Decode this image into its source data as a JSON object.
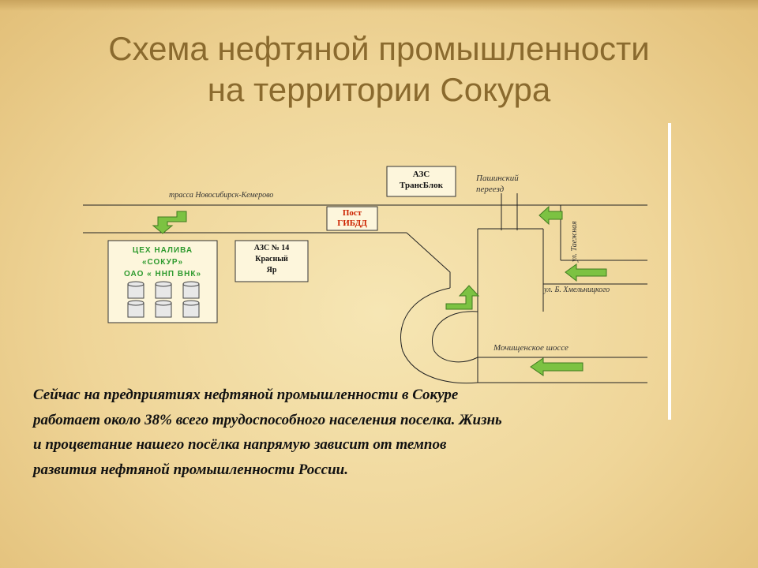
{
  "slide": {
    "title_line1": "Схема нефтяной промышленности",
    "title_line2": "на территории Сокура",
    "body": "Сейчас на предприятиях нефтяной промышленности в Сокуре работает около 38% всего трудоспособного населения поселка. Жизнь и процветание нашего посёлка напрямую зависит от темпов развития нефтяной промышленности России."
  },
  "diagram": {
    "azs_transblok": [
      "АЗС",
      "ТрансБлок"
    ],
    "post_gibdd": [
      "Пост",
      "ГИБДД"
    ],
    "azs14": [
      "АЗС № 14",
      "Красный",
      "Яр"
    ],
    "ceh": [
      "ЦЕХ НАЛИВА",
      "«СОКУР»",
      "ОАО « ННП ВНК»"
    ],
    "road_highway": "трасса Новосибирск-Кемерово",
    "pashinsky": [
      "Пашинский",
      "переезд"
    ],
    "taezhnaya": "ул. Таежная",
    "khmelnitskogo": "ул. Б. Хмельницкого",
    "mochishchenskoe": "Мочищенское шоссе"
  },
  "colors": {
    "title": "#8a6a2e",
    "arrow_green": "#7cc242",
    "box_text_green": "#2e9a2e",
    "label_red": "#cc2200"
  }
}
